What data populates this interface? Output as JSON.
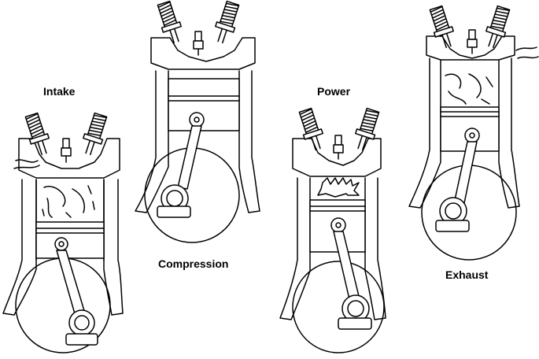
{
  "labels": {
    "intake": "Intake",
    "compression": "Compression",
    "power": "Power",
    "exhaust": "Exhaust"
  },
  "colors": {
    "line": "#000000",
    "fill": "#ffffff",
    "background": "#ffffff"
  },
  "strokes": [
    {
      "name": "intake",
      "piston": "bottom"
    },
    {
      "name": "compression",
      "piston": "top"
    },
    {
      "name": "power",
      "piston": "mid"
    },
    {
      "name": "exhaust",
      "piston": "top"
    }
  ]
}
